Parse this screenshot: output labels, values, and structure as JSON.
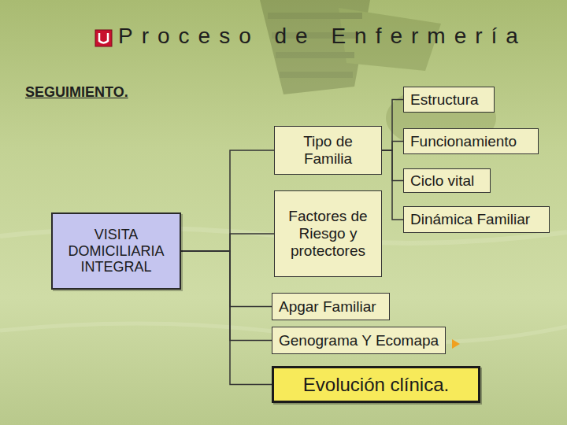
{
  "diagram": {
    "title": "Proceso de Enfermería",
    "nodes": [
      {
        "text": [
          "VISITA DOMICILIARIA INTEGRAL"
        ]
      },
      {
        "text": [
          "Tipo de Familia"
        ]
      },
      {
        "text": [
          "Factores de Riesgo y protectores"
        ]
      },
      {
        "text": [
          "Estructura"
        ]
      },
      {
        "text": [
          "Funcionamiento"
        ]
      },
      {
        "text": [
          "Ciclo vital"
        ]
      },
      {
        "text": [
          "Dinámica Familiar"
        ]
      },
      {
        "text": [
          "Apgar Familiar"
        ]
      },
      {
        "text": [
          "Genograma Y Ecomapa"
        ]
      },
      {
        "text": [
          "Evolución clínica."
        ]
      }
    ],
    "edges": [
      {
        "from": 0,
        "to": 1,
        "arrow": "none"
      },
      {
        "from": 0,
        "to": 2,
        "arrow": "none"
      },
      {
        "from": 0,
        "to": 7,
        "arrow": "none"
      },
      {
        "from": 0,
        "to": 8,
        "arrow": "none"
      },
      {
        "from": 0,
        "to": 9,
        "arrow": "none"
      },
      {
        "from": 1,
        "to": 3,
        "arrow": "none"
      },
      {
        "from": 1,
        "to": 4,
        "arrow": "none"
      },
      {
        "from": 1,
        "to": 5,
        "arrow": "none"
      },
      {
        "from": 1,
        "to": 6,
        "arrow": "none"
      }
    ],
    "labels": [
      "SEGUIMIENTO."
    ]
  }
}
